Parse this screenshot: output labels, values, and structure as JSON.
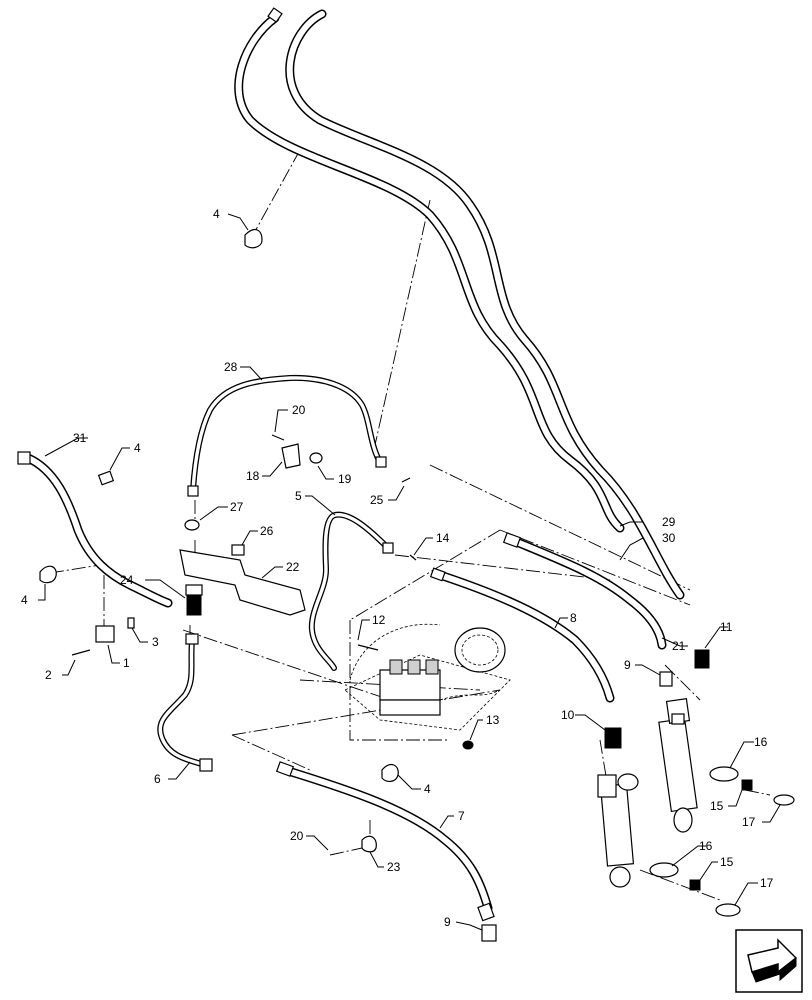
{
  "callouts": {
    "c1": "1",
    "c2": "2",
    "c3": "3",
    "c4a": "4",
    "c4b": "4",
    "c4c": "4",
    "c4d": "4",
    "c5": "5",
    "c6": "6",
    "c7": "7",
    "c8": "8",
    "c9a": "9",
    "c9b": "9",
    "c10": "10",
    "c11": "11",
    "c12": "12",
    "c13": "13",
    "c14": "14",
    "c15a": "15",
    "c15b": "15",
    "c16a": "16",
    "c16b": "16",
    "c17a": "17",
    "c17b": "17",
    "c18": "18",
    "c19": "19",
    "c20a": "20",
    "c20b": "20",
    "c21": "21",
    "c22": "22",
    "c23": "23",
    "c24": "24",
    "c25": "25",
    "c26": "26",
    "c27": "27",
    "c28": "28",
    "c29": "29",
    "c30": "30",
    "c31": "31"
  },
  "icons": {
    "navigation": "arrow-right-icon"
  },
  "colors": {
    "line": "#000000",
    "background": "#ffffff"
  }
}
